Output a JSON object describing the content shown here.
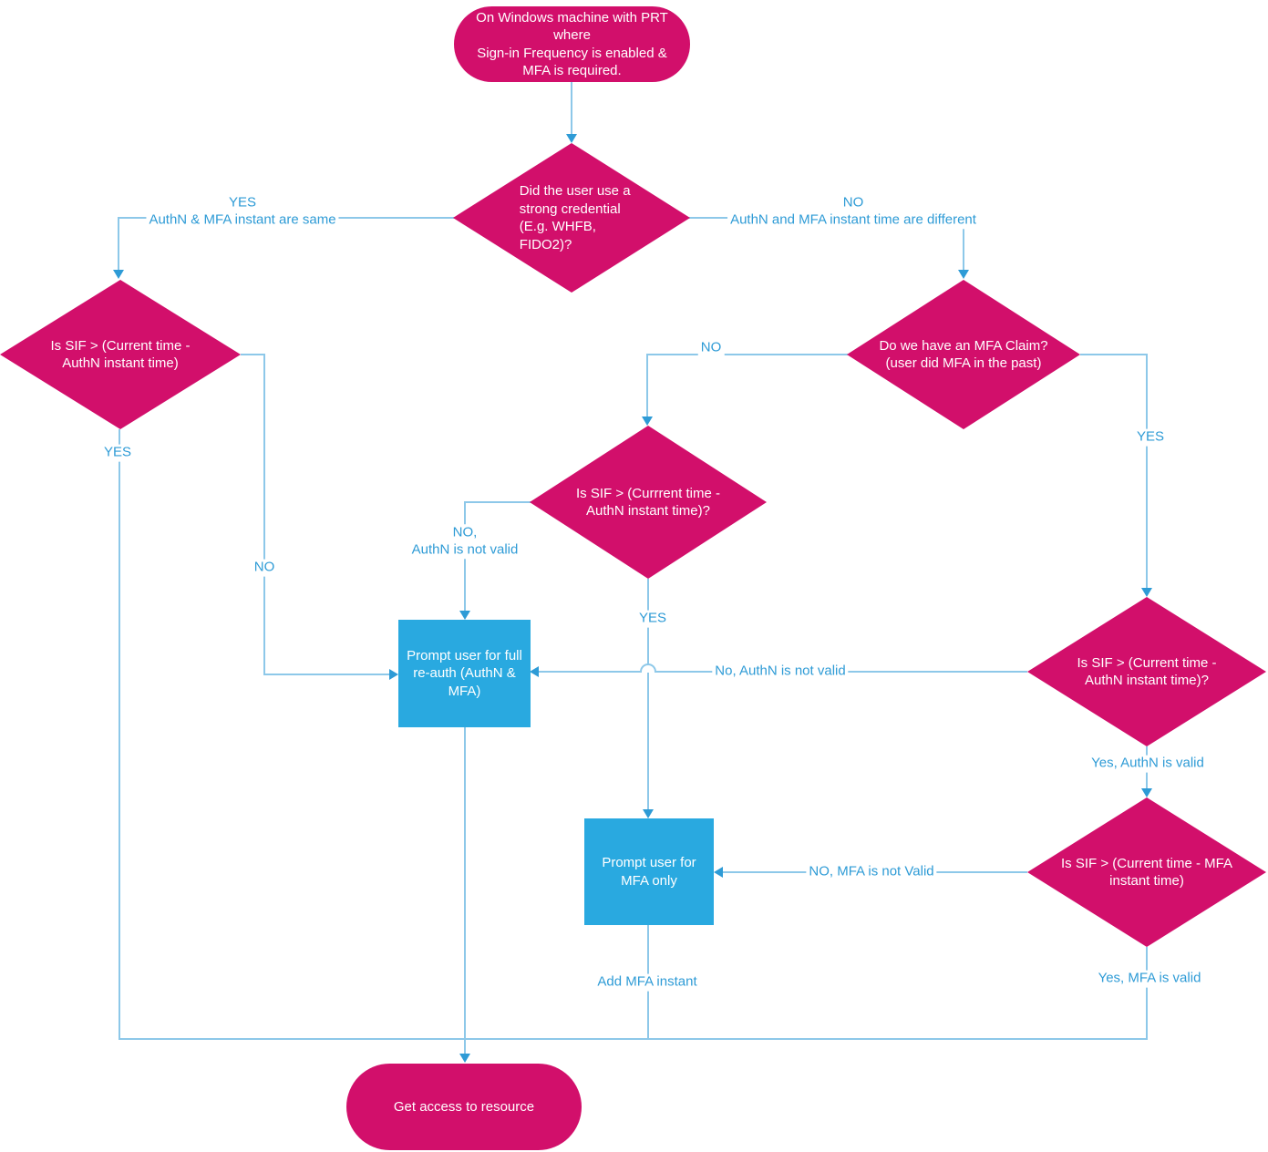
{
  "colors": {
    "decision_pink": "#d20f6b",
    "process_blue": "#29a9e0",
    "connector_blue": "#8dc8e9",
    "label_blue": "#2e9bd6"
  },
  "nodes": {
    "start": {
      "lines": [
        "On Windows machine with PRT",
        "where",
        "Sign-in Frequency is enabled &",
        "MFA is required."
      ]
    },
    "strong_credential": {
      "label": "Did the user use a strong credential (E.g. WHFB, FIDO2)?"
    },
    "sif_authn_left": {
      "label": "Is SIF > (Current time - AuthN instant time)"
    },
    "mfa_claim": {
      "label": "Do we have an MFA Claim? (user did MFA in the past)"
    },
    "sif_authn_mid": {
      "label": "Is SIF > (Currrent time - AuthN instant time)?"
    },
    "sif_authn_right": {
      "label": "Is SIF > (Current time - AuthN instant time)?"
    },
    "sif_mfa": {
      "label": "Is SIF > (Current time - MFA instant time)"
    },
    "full_reauth": {
      "label": "Prompt user for full re-auth (AuthN & MFA)"
    },
    "mfa_only": {
      "label": "Prompt user for MFA only"
    },
    "end": {
      "label": "Get access to resource"
    }
  },
  "edge_labels": {
    "yes_same": {
      "line1": "YES",
      "line2": "AuthN & MFA instant are same"
    },
    "no_different": {
      "line1": "NO",
      "line2": "AuthN and MFA instant time are different"
    },
    "yes_left": "YES",
    "no_left": "NO",
    "no_claim": "NO",
    "yes_claim": "YES",
    "no_authn_invalid_mid": {
      "line1": "NO,",
      "line2": "AuthN is not valid"
    },
    "yes_mid": "YES",
    "no_authn_invalid_right": "No, AuthN is not valid",
    "yes_authn_valid": "Yes, AuthN is valid",
    "no_mfa_invalid": "NO, MFA is not Valid",
    "add_mfa_instant": "Add MFA instant",
    "yes_mfa_valid": "Yes, MFA is valid"
  }
}
